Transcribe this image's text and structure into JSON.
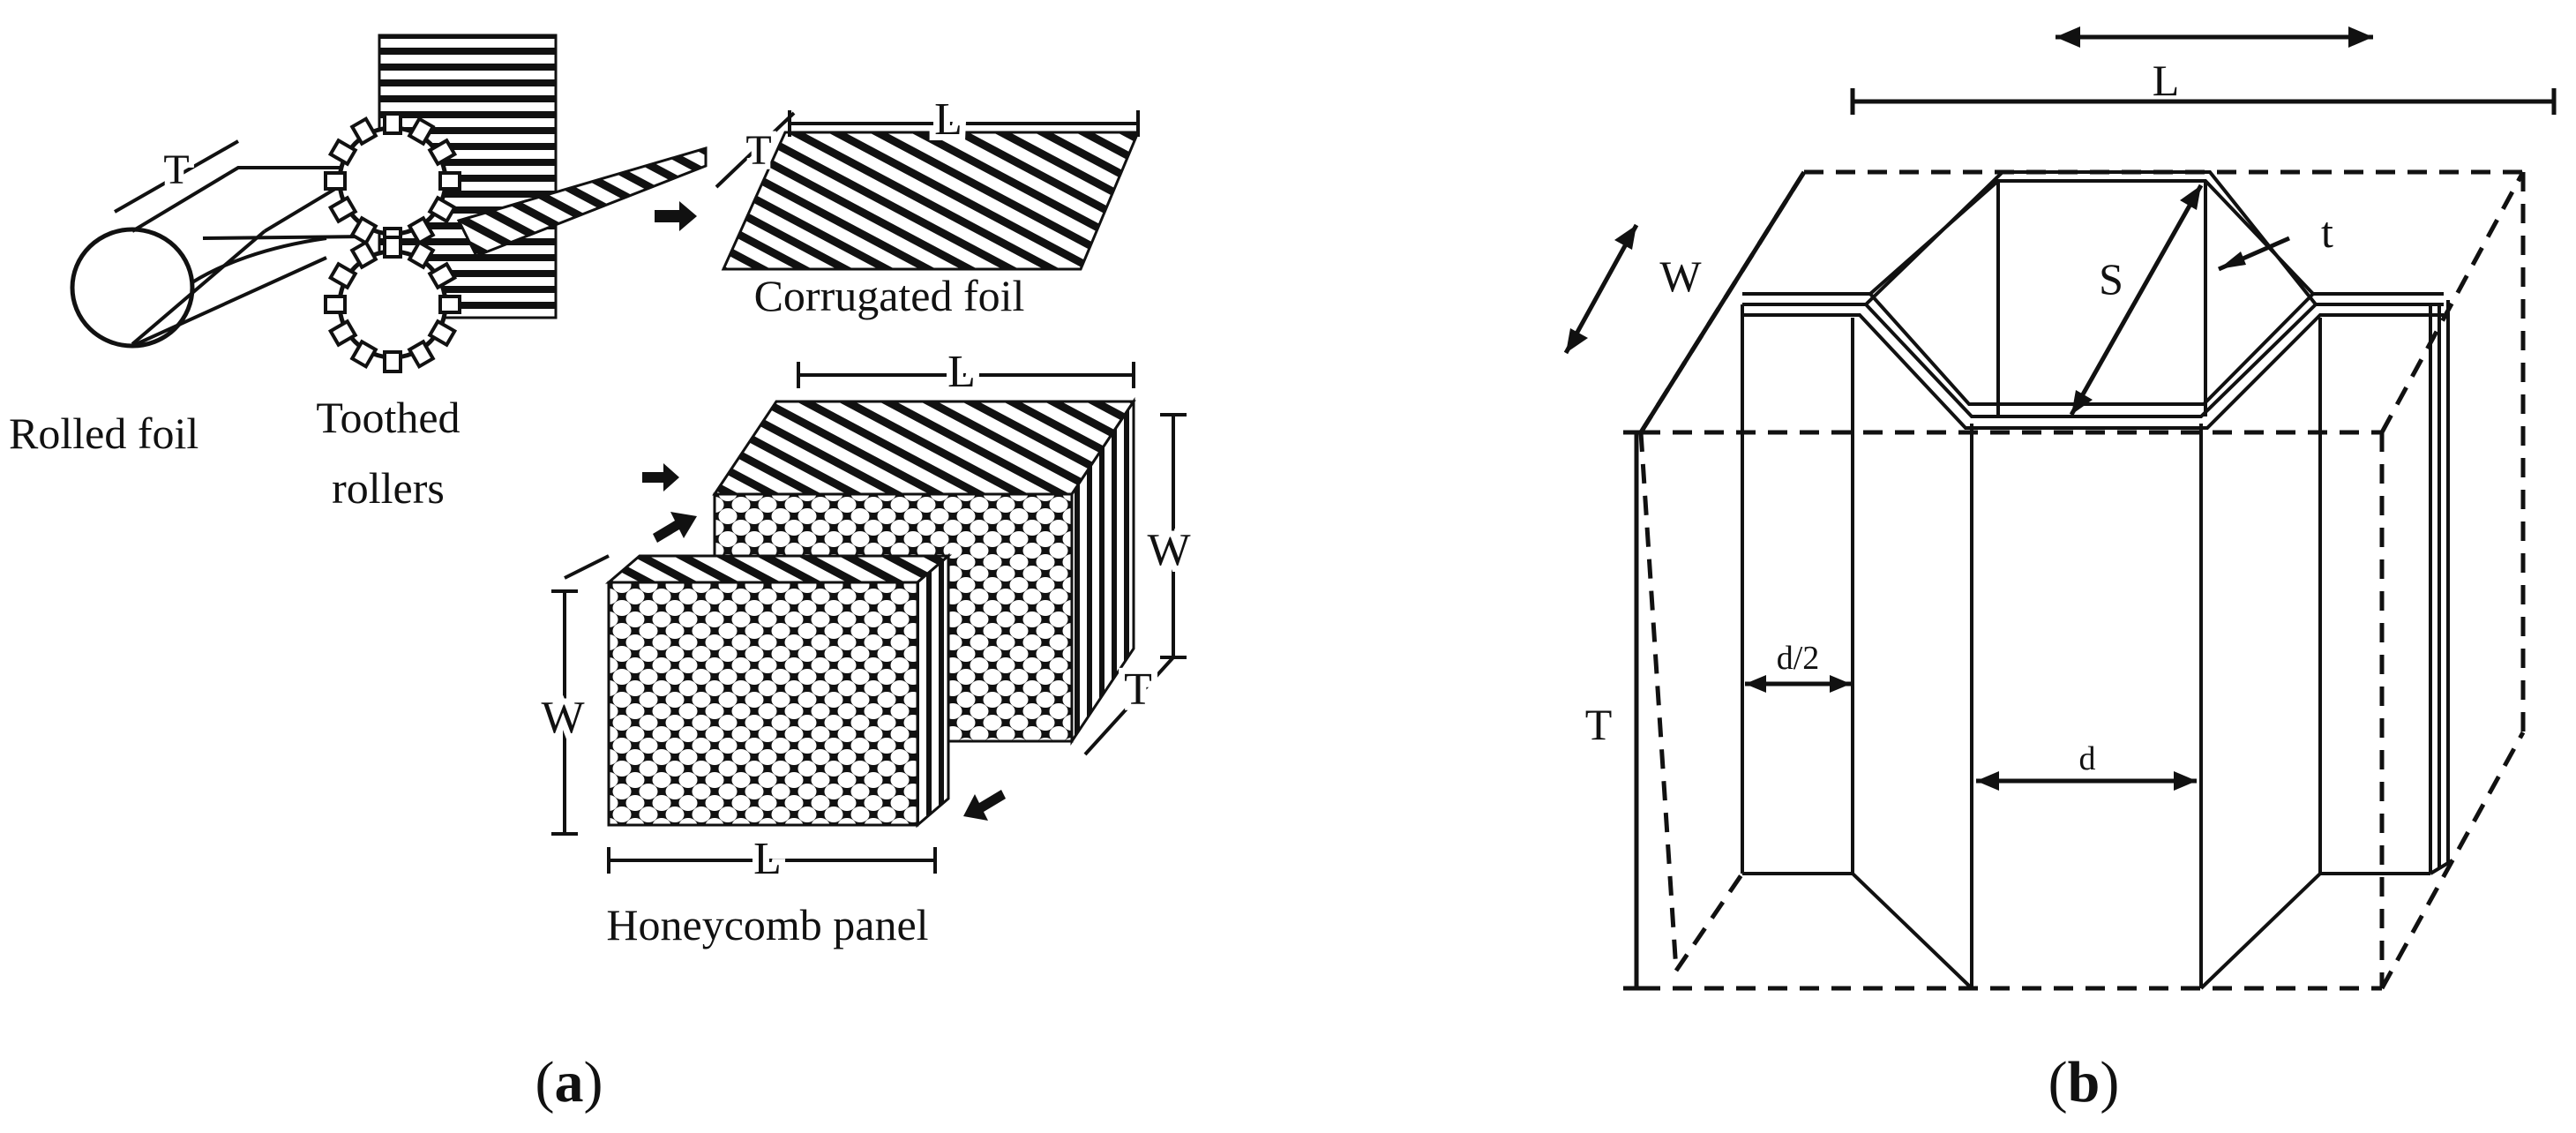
{
  "panel_a": {
    "caption_letter": "a",
    "labels": {
      "rolled_foil": "Rolled foil",
      "toothed_line1": "Toothed",
      "toothed_line2": "rollers",
      "corrugated_foil": "Corrugated foil",
      "honeycomb_panel": "Honeycomb panel",
      "dim_T": "T",
      "dim_L": "L",
      "dim_W": "W"
    }
  },
  "panel_b": {
    "caption_letter": "b",
    "labels": {
      "dim_L": "L",
      "dim_W": "W",
      "dim_T": "T",
      "dim_S": "S",
      "dim_t": "t",
      "dim_d": "d",
      "dim_d_half": "d/2"
    }
  },
  "colors": {
    "ink": "#111111",
    "background": "#ffffff"
  }
}
